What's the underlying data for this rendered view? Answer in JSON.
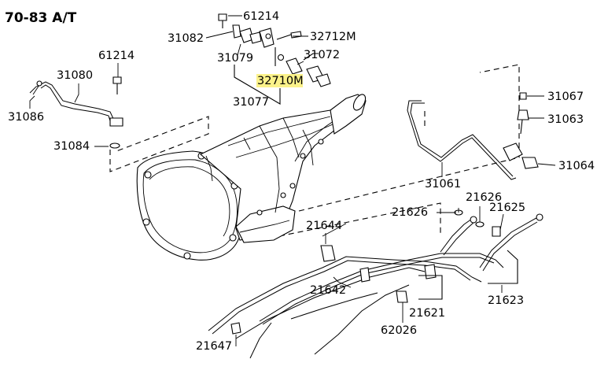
{
  "title": "70-83 A/T",
  "highlight_color": "#fbf28a",
  "parts": {
    "p61214_top": "61214",
    "p31082": "31082",
    "p32712M": "32712M",
    "p31079": "31079",
    "p31072": "31072",
    "p32710M": "32710M",
    "p31077": "31077",
    "p61214_left": "61214",
    "p31080": "31080",
    "p31086": "31086",
    "p31084": "31084",
    "p31067": "31067",
    "p31063": "31063",
    "p31064": "31064",
    "p31061": "31061",
    "p21626_a": "21626",
    "p21626_b": "21626",
    "p21625": "21625",
    "p21644": "21644",
    "p21642": "21642",
    "p21623": "21623",
    "p21621": "21621",
    "p62026": "62026",
    "p21647": "21647"
  }
}
